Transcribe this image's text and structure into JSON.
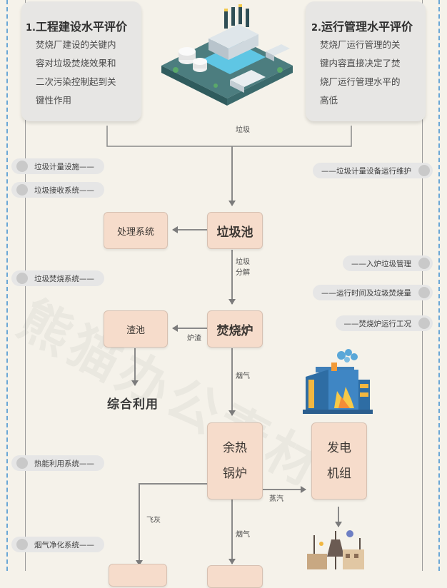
{
  "cards": {
    "left": {
      "num": "1.",
      "title": "工程建设水平评价",
      "body": "焚烧厂建设的关键内\n容对垃圾焚烧效果和\n二次污染控制起到关\n键性作用"
    },
    "right": {
      "num": "2.",
      "title": "运行管理水平评价",
      "body": "焚烧厂运行管理的关\n键内容直接决定了焚\n烧厂运行管理水平的\n高低"
    }
  },
  "nodes": {
    "garbage_pool": "垃圾池",
    "treatment_system": "处理系统",
    "incinerator": "焚烧炉",
    "slag_pool": "渣池",
    "waste_heat_boiler": "余热\n锅炉",
    "generator": "发电\n机组",
    "comprehensive_use": "综合利用"
  },
  "edge_labels": {
    "garbage": "垃圾",
    "garbage_decompose": "垃圾\n分解",
    "furnace_slag": "炉渣",
    "flue_gas_1": "烟气",
    "flue_gas_2": "烟气",
    "fly_ash": "飞灰",
    "steam": "蒸汽"
  },
  "left_tags": [
    "垃圾计量设施——",
    "垃圾接收系统——",
    "垃圾焚烧系统——",
    "热能利用系统——",
    "烟气净化系统——"
  ],
  "right_tags": [
    "——垃圾计量设备运行维护",
    "——入炉垃圾管理",
    "——运行时间及垃圾焚烧量",
    "——焚烧炉运行工况"
  ],
  "colors": {
    "node_fill": "#f6dccb",
    "arrow": "#7b7b7b",
    "frame": "#6aa7d6",
    "card": "#e7e6e4",
    "tag": "#e6e6e6"
  },
  "icons": [
    "isometric-plant-icon",
    "incinerator-fire-icon",
    "power-generator-icon"
  ]
}
